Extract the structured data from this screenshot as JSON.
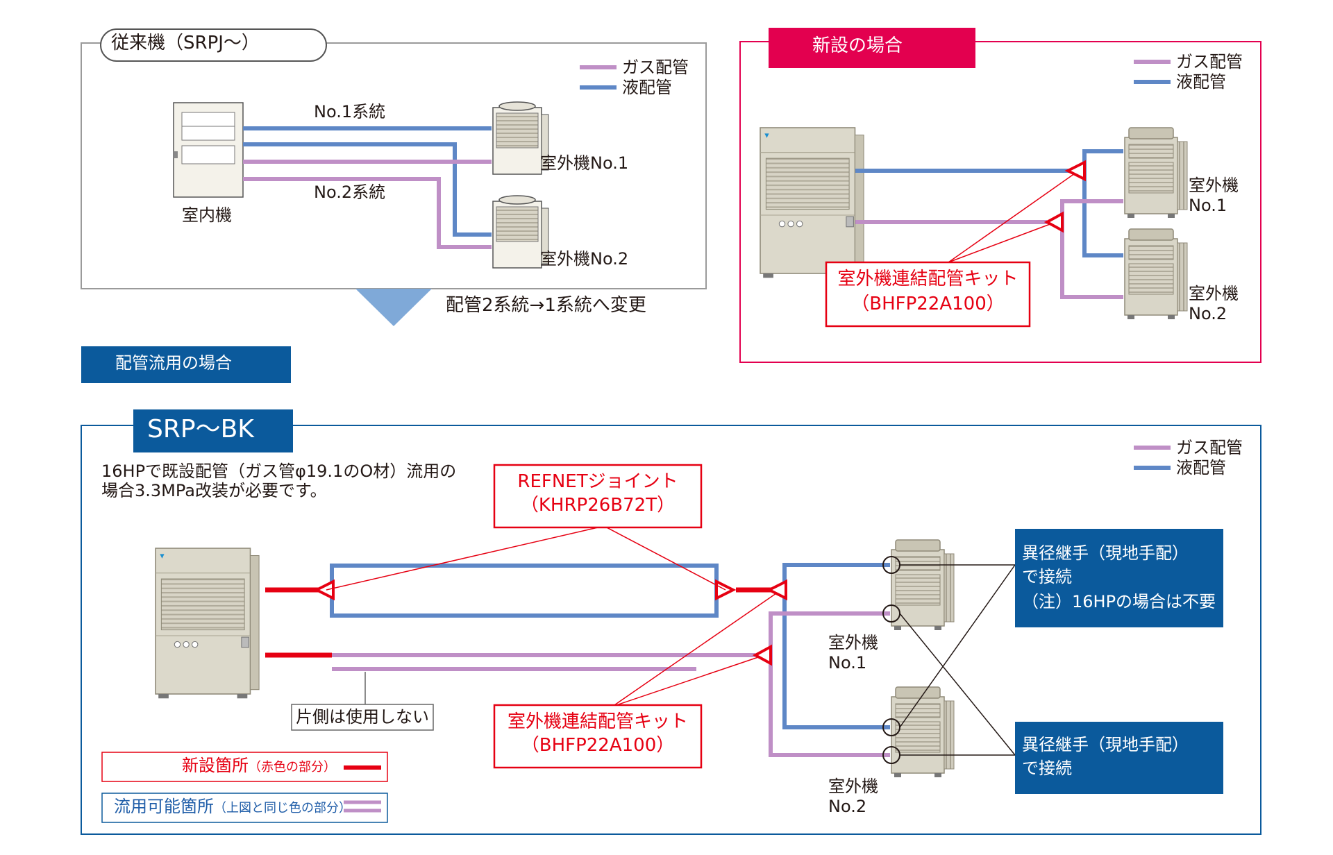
{
  "colors": {
    "gas_pipe": "#bf8fc6",
    "liquid_pipe": "#5e87c6",
    "new_pipe": "#e60012",
    "accent_blue": "#0b5a9c",
    "accent_pink": "#e3004f"
  },
  "panel_old": {
    "title": "従来機（SRPJ〜）",
    "legend_gas": "ガス配管",
    "legend_liquid": "液配管",
    "line1_label": "No.1系統",
    "line2_label": "No.2系統",
    "indoor_label": "室内機",
    "outdoor1_label": "室外機No.1",
    "outdoor2_label": "室外機No.2"
  },
  "transition_note": "配管2系統→1系統へ変更",
  "reuse_badge": "配管流用の場合",
  "panel_new": {
    "title": "新設の場合",
    "legend_gas": "ガス配管",
    "legend_liquid": "液配管",
    "outdoor1_label_line1": "室外機",
    "outdoor1_label_line2": "No.1",
    "outdoor2_label_line1": "室外機",
    "outdoor2_label_line2": "No.2",
    "kit_label_line1": "室外機連結配管キット",
    "kit_label_line2": "（BHFP22A100）"
  },
  "panel_srp": {
    "title": "SRP〜BK",
    "legend_gas": "ガス配管",
    "legend_liquid": "液配管",
    "note_line1": "16HPで既設配管（ガス管φ19.1のO材）流用の",
    "note_line2": "場合3.3MPa改装が必要です。",
    "refnet_line1": "REFNETジョイント",
    "refnet_line2": "（KHRP26B72T）",
    "kit_label_line1": "室外機連結配管キット",
    "kit_label_line2": "（BHFP22A100）",
    "one_side_unused": "片側は使用しない",
    "outdoor1_label_line1": "室外機",
    "outdoor1_label_line2": "No.1",
    "outdoor2_label_line1": "室外機",
    "outdoor2_label_line2": "No.2",
    "fitting1_line1": "異径継手（現地手配）",
    "fitting1_line2": "で接続",
    "fitting1_line3": "（注）16HPの場合は不要",
    "fitting2_line1": "異径継手（現地手配）",
    "fitting2_line2": "で接続",
    "legend_new_main": "新設箇所",
    "legend_new_sub": "（赤色の部分）",
    "legend_reuse_main": "流用可能箇所",
    "legend_reuse_sub": "（上図と同じ色の部分）"
  }
}
